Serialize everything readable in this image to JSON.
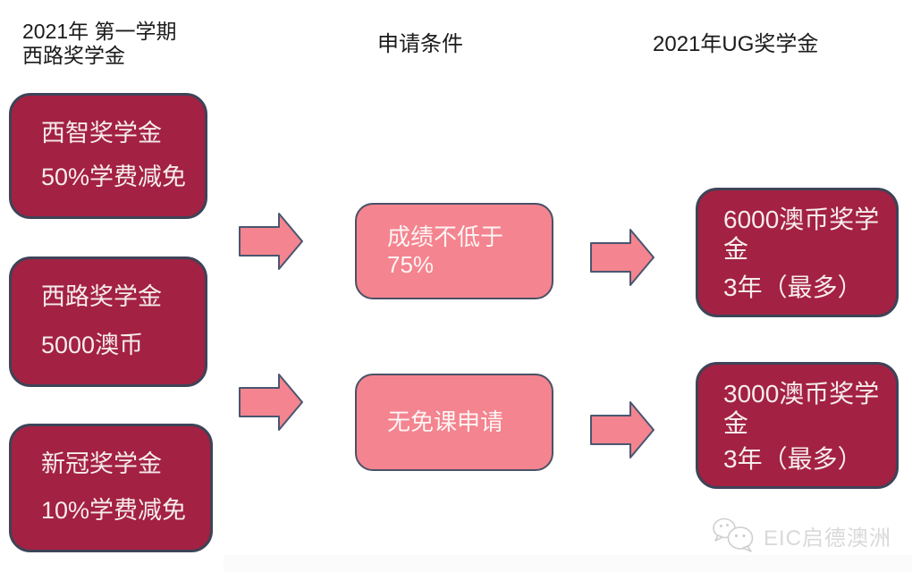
{
  "colors": {
    "dark_red": "#a32142",
    "pink": "#f4848f",
    "box_border": "#3e4357",
    "header_text": "#1b1b1b",
    "watermark_gray": "#d9d9d9"
  },
  "headers": {
    "left_line1": "2021年 第一学期",
    "left_line2": "西路奖学金",
    "middle": "申请条件",
    "right": "2021年UG奖学金"
  },
  "left_column": [
    {
      "title": "西智奖学金",
      "subtitle": "50%学费减免"
    },
    {
      "title": "西路奖学金",
      "subtitle": "5000澳币"
    },
    {
      "title": "新冠奖学金",
      "subtitle": "10%学费减免"
    }
  ],
  "middle_column": [
    {
      "line1": "成绩不低于",
      "line2": "75%"
    },
    {
      "line1": "无免课申请",
      "line2": ""
    }
  ],
  "right_column": [
    {
      "title": "6000澳币奖学金",
      "subtitle": "3年（最多）"
    },
    {
      "title": "3000澳币奖学金",
      "subtitle": "3年（最多）"
    }
  ],
  "watermark": {
    "label": "EIC启德澳洲",
    "icon": "wechat-icon"
  }
}
